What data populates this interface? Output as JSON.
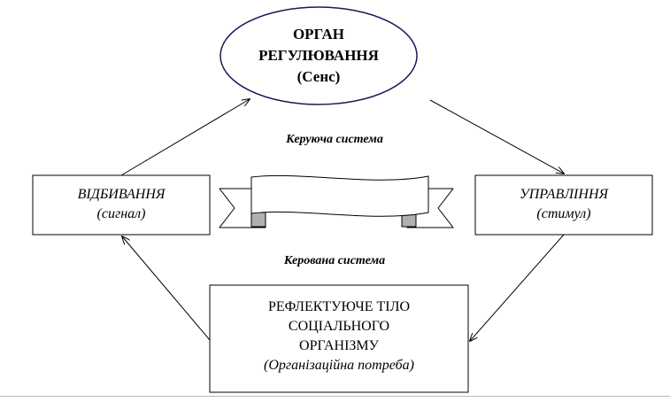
{
  "diagram": {
    "organ": {
      "line1": "ОРГАН",
      "line2": "РЕГУЛЮВАННЯ",
      "line3": "(Сенс)"
    },
    "managing_system": "Керуюча система",
    "managed_system": "Керована система",
    "reflection": {
      "title": "ВІДБИВАННЯ",
      "subtitle": "(сигнал)"
    },
    "control": {
      "title": "УПРАВЛІННЯ",
      "subtitle": "(стимул)"
    },
    "body": {
      "line1": "РЕФЛЕКТУЮЧЕ ТІЛО",
      "line2": "СОЦІАЛЬНОГО",
      "line3": "ОРГАНІЗМУ",
      "line4": "(Організаційна потреба)"
    }
  }
}
